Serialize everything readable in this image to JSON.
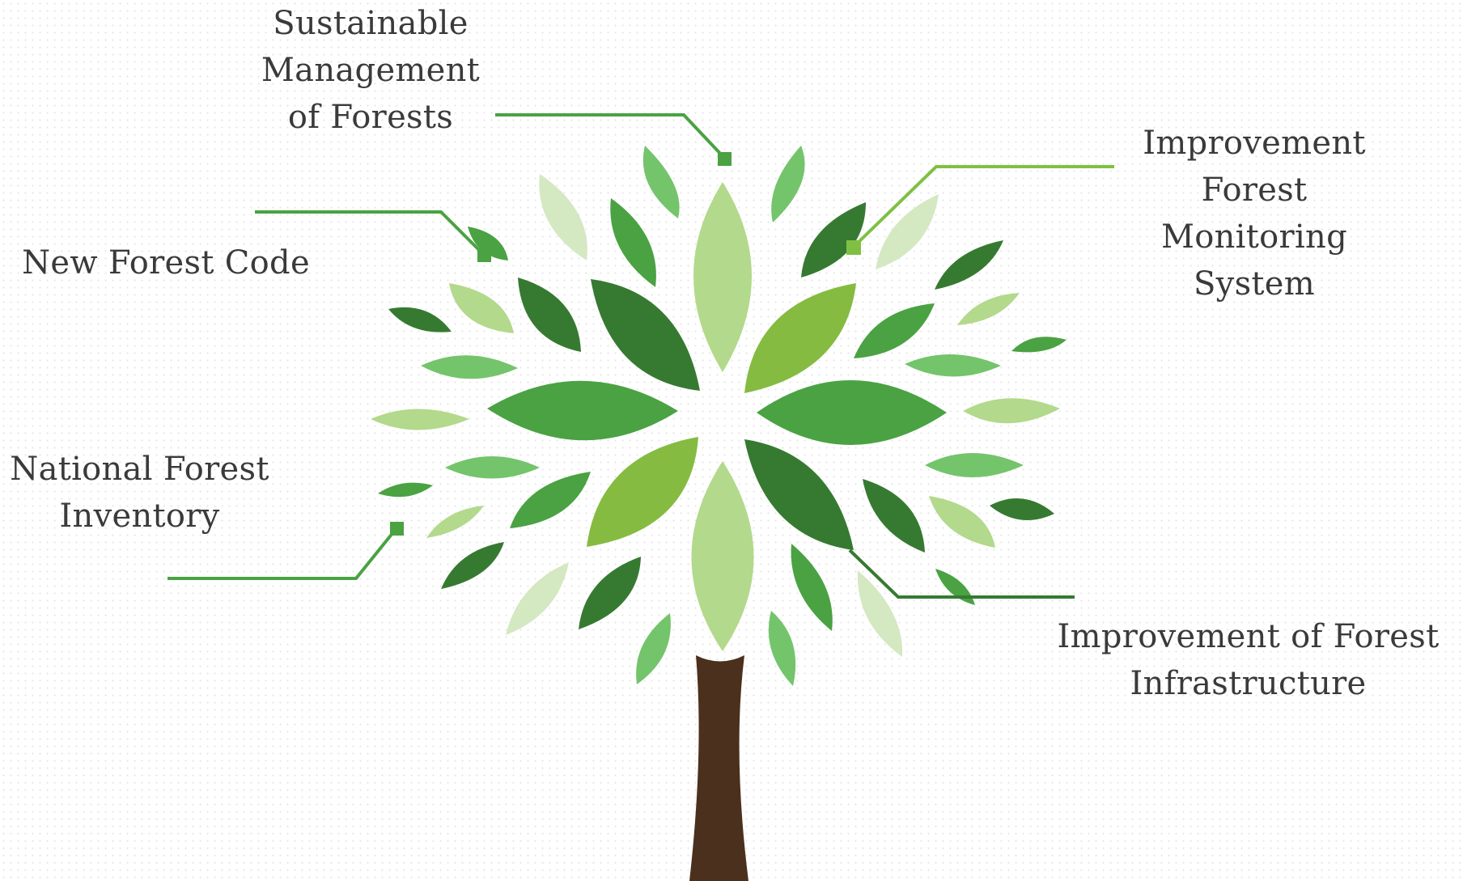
{
  "labels": {
    "sustainable": [
      "Sustainable",
      "Management",
      "of Forests"
    ],
    "monitoring": [
      "Improvement",
      "Forest",
      "Monitoring",
      "System"
    ],
    "forest_code": [
      "New Forest Code"
    ],
    "inventory": [
      "National Forest",
      "Inventory"
    ],
    "infrastructure": [
      "Improvement of Forest",
      "Infrastructure"
    ]
  },
  "colors": {
    "dark_green": "#367a31",
    "mid_green": "#4aa243",
    "bright_green": "#85bb40",
    "light_green": "#74c46b",
    "pale_green": "#b3d98c",
    "very_pale_green": "#d4e8c2",
    "trunk": "#4a301d",
    "connector": "#4aa243",
    "connector_light": "#7fc043",
    "text": "#3a3a3a"
  }
}
